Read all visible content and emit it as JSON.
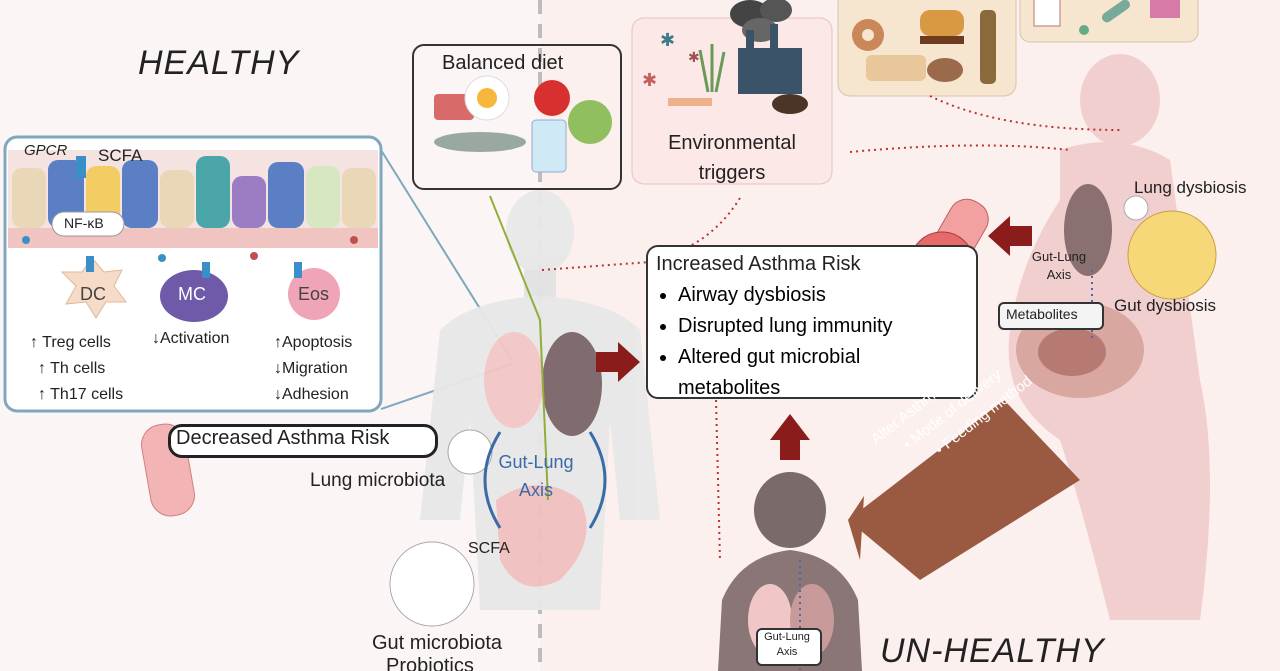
{
  "headings": {
    "healthy": "HEALTHY",
    "unhealthy": "UN-HEALTHY"
  },
  "inset": {
    "gpcr": "GPCR",
    "scfa": "SCFA",
    "nfkb": "NF-κB",
    "cells": [
      {
        "name": "DC",
        "effects": [
          "↑ Treg cells",
          "↑ Th cells",
          "↑ Th17 cells"
        ]
      },
      {
        "name": "MC",
        "effects": [
          "↓Activation"
        ]
      },
      {
        "name": "Eos",
        "effects": [
          "↑Apoptosis",
          "↓Migration",
          "↓Adhesion"
        ]
      }
    ]
  },
  "labels": {
    "balanced_diet": "Balanced diet",
    "environmental_triggers": [
      "Environmental",
      "triggers"
    ],
    "decreased_risk": "Decreased Asthma Risk",
    "lung_microbiota": "Lung microbiota",
    "gut_lung_axis_main": [
      "Gut-Lung",
      "Axis"
    ],
    "scfa_gut": "SCFA",
    "gut_microbiota": "Gut microbiota",
    "probiotics": "Probiotics",
    "lung_dysbiosis": "Lung dysbiosis",
    "gut_dysbiosis": "Gut dysbiosis",
    "gut_lung_axis_mother": [
      "Gut-Lung",
      "Axis"
    ],
    "metabolites": "Metabolites",
    "gut_lung_axis_infant": [
      "Gut-Lung",
      "Axis"
    ]
  },
  "increased_risk": {
    "title": "Increased Asthma Risk",
    "items": [
      "Airway dysbiosis",
      "Disrupted lung immunity",
      "Altered gut microbial",
      "metabolites"
    ]
  },
  "alter_arrow": {
    "title": "Alter Asthma Risk",
    "items": [
      "• Mode of delivery",
      "• Feeding method"
    ]
  },
  "colors": {
    "dark_red_arrow": "#8b1c1c",
    "brown_arrow": "#9a5a42",
    "inset_border": "#7fa7bd",
    "panel_pink": "#fce8e6",
    "panel_tan": "#f6e6cf"
  }
}
